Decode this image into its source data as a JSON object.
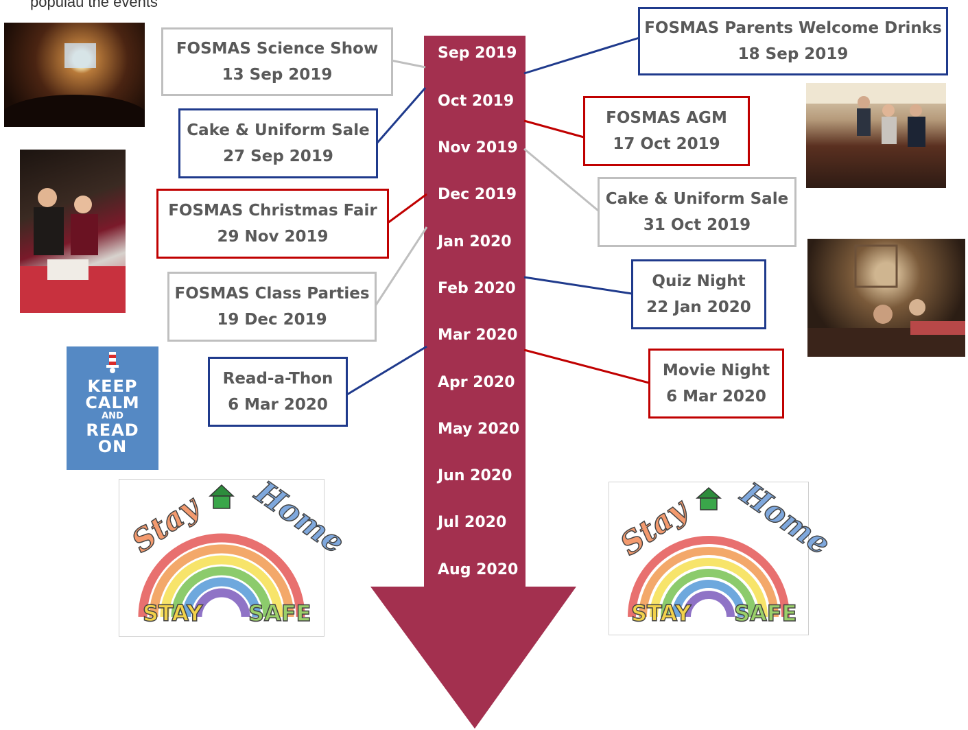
{
  "header": {
    "clipped_text": "populau the events"
  },
  "timeline": {
    "color": "#a3304f",
    "months": [
      "Sep 2019",
      "Oct 2019",
      "Nov 2019",
      "Dec 2019",
      "Jan 2020",
      "Feb 2020",
      "Mar 2020",
      "Apr 2020",
      "May 2020",
      "Jun 2020",
      "Jul 2020",
      "Aug 2020"
    ]
  },
  "events": [
    {
      "title": "FOSMAS Science Show",
      "date": "13 Sep 2019",
      "border": "grey"
    },
    {
      "title": "FOSMAS Parents Welcome Drinks",
      "date": "18 Sep 2019",
      "border": "blue"
    },
    {
      "title": "Cake & Uniform Sale",
      "date": "27 Sep 2019",
      "border": "blue"
    },
    {
      "title": "FOSMAS AGM",
      "date": "17 Oct 2019",
      "border": "red"
    },
    {
      "title": "FOSMAS Christmas Fair",
      "date": "29 Nov 2019",
      "border": "red"
    },
    {
      "title": "Cake & Uniform Sale",
      "date": "31 Oct 2019",
      "border": "grey"
    },
    {
      "title": "FOSMAS Class Parties",
      "date": "19 Dec 2019",
      "border": "grey"
    },
    {
      "title": "Quiz Night",
      "date": "22 Jan 2020",
      "border": "blue"
    },
    {
      "title": "Read-a-Thon",
      "date": "6 Mar 2020",
      "border": "blue"
    },
    {
      "title": "Movie Night",
      "date": "6 Mar 2020",
      "border": "red"
    }
  ],
  "colors": {
    "blue": "#1f3a8c",
    "red": "#c00000",
    "grey": "#bfbfbf",
    "text": "#595959"
  },
  "poster": {
    "line1": "KEEP",
    "line2": "CALM",
    "line3": "AND",
    "line4": "READ",
    "line5": "ON"
  },
  "stay_home": {
    "word1": "Stay",
    "word2": "Home",
    "word3": "STAY",
    "word4": "SAFE"
  }
}
